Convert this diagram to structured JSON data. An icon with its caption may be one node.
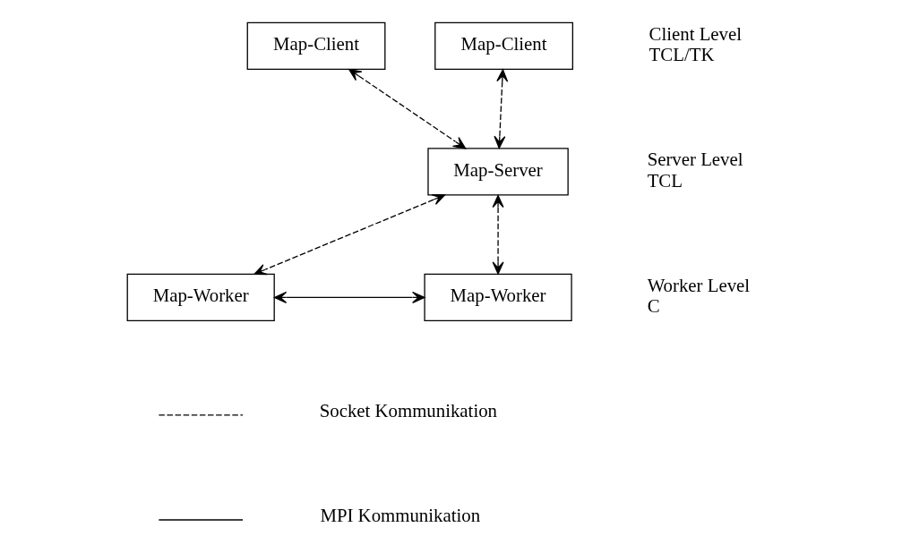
{
  "diagram": {
    "nodes": [
      {
        "text": [
          "Map-Client"
        ]
      },
      {
        "text": [
          "Map-Client"
        ]
      },
      {
        "text": [
          "Map-Server"
        ]
      },
      {
        "text": [
          "Map-Worker"
        ]
      },
      {
        "text": [
          "Map-Worker"
        ]
      }
    ],
    "edges": [
      {
        "from": 0,
        "to": 2,
        "arrow": "both",
        "style": "dashed"
      },
      {
        "from": 1,
        "to": 2,
        "arrow": "both",
        "style": "dashed"
      },
      {
        "from": 2,
        "to": 3,
        "arrow": "both",
        "style": "dashed"
      },
      {
        "from": 2,
        "to": 4,
        "arrow": "both",
        "style": "dashed"
      },
      {
        "from": 3,
        "to": 4,
        "arrow": "both"
      }
    ],
    "labels": [
      "Client Level",
      "TCL/TK",
      "Server Level",
      "TCL",
      "Worker Level",
      "C"
    ],
    "legend": [
      {
        "text": "Socket Kommunikation"
      },
      {
        "text": "MPI Kommunikation"
      }
    ]
  }
}
